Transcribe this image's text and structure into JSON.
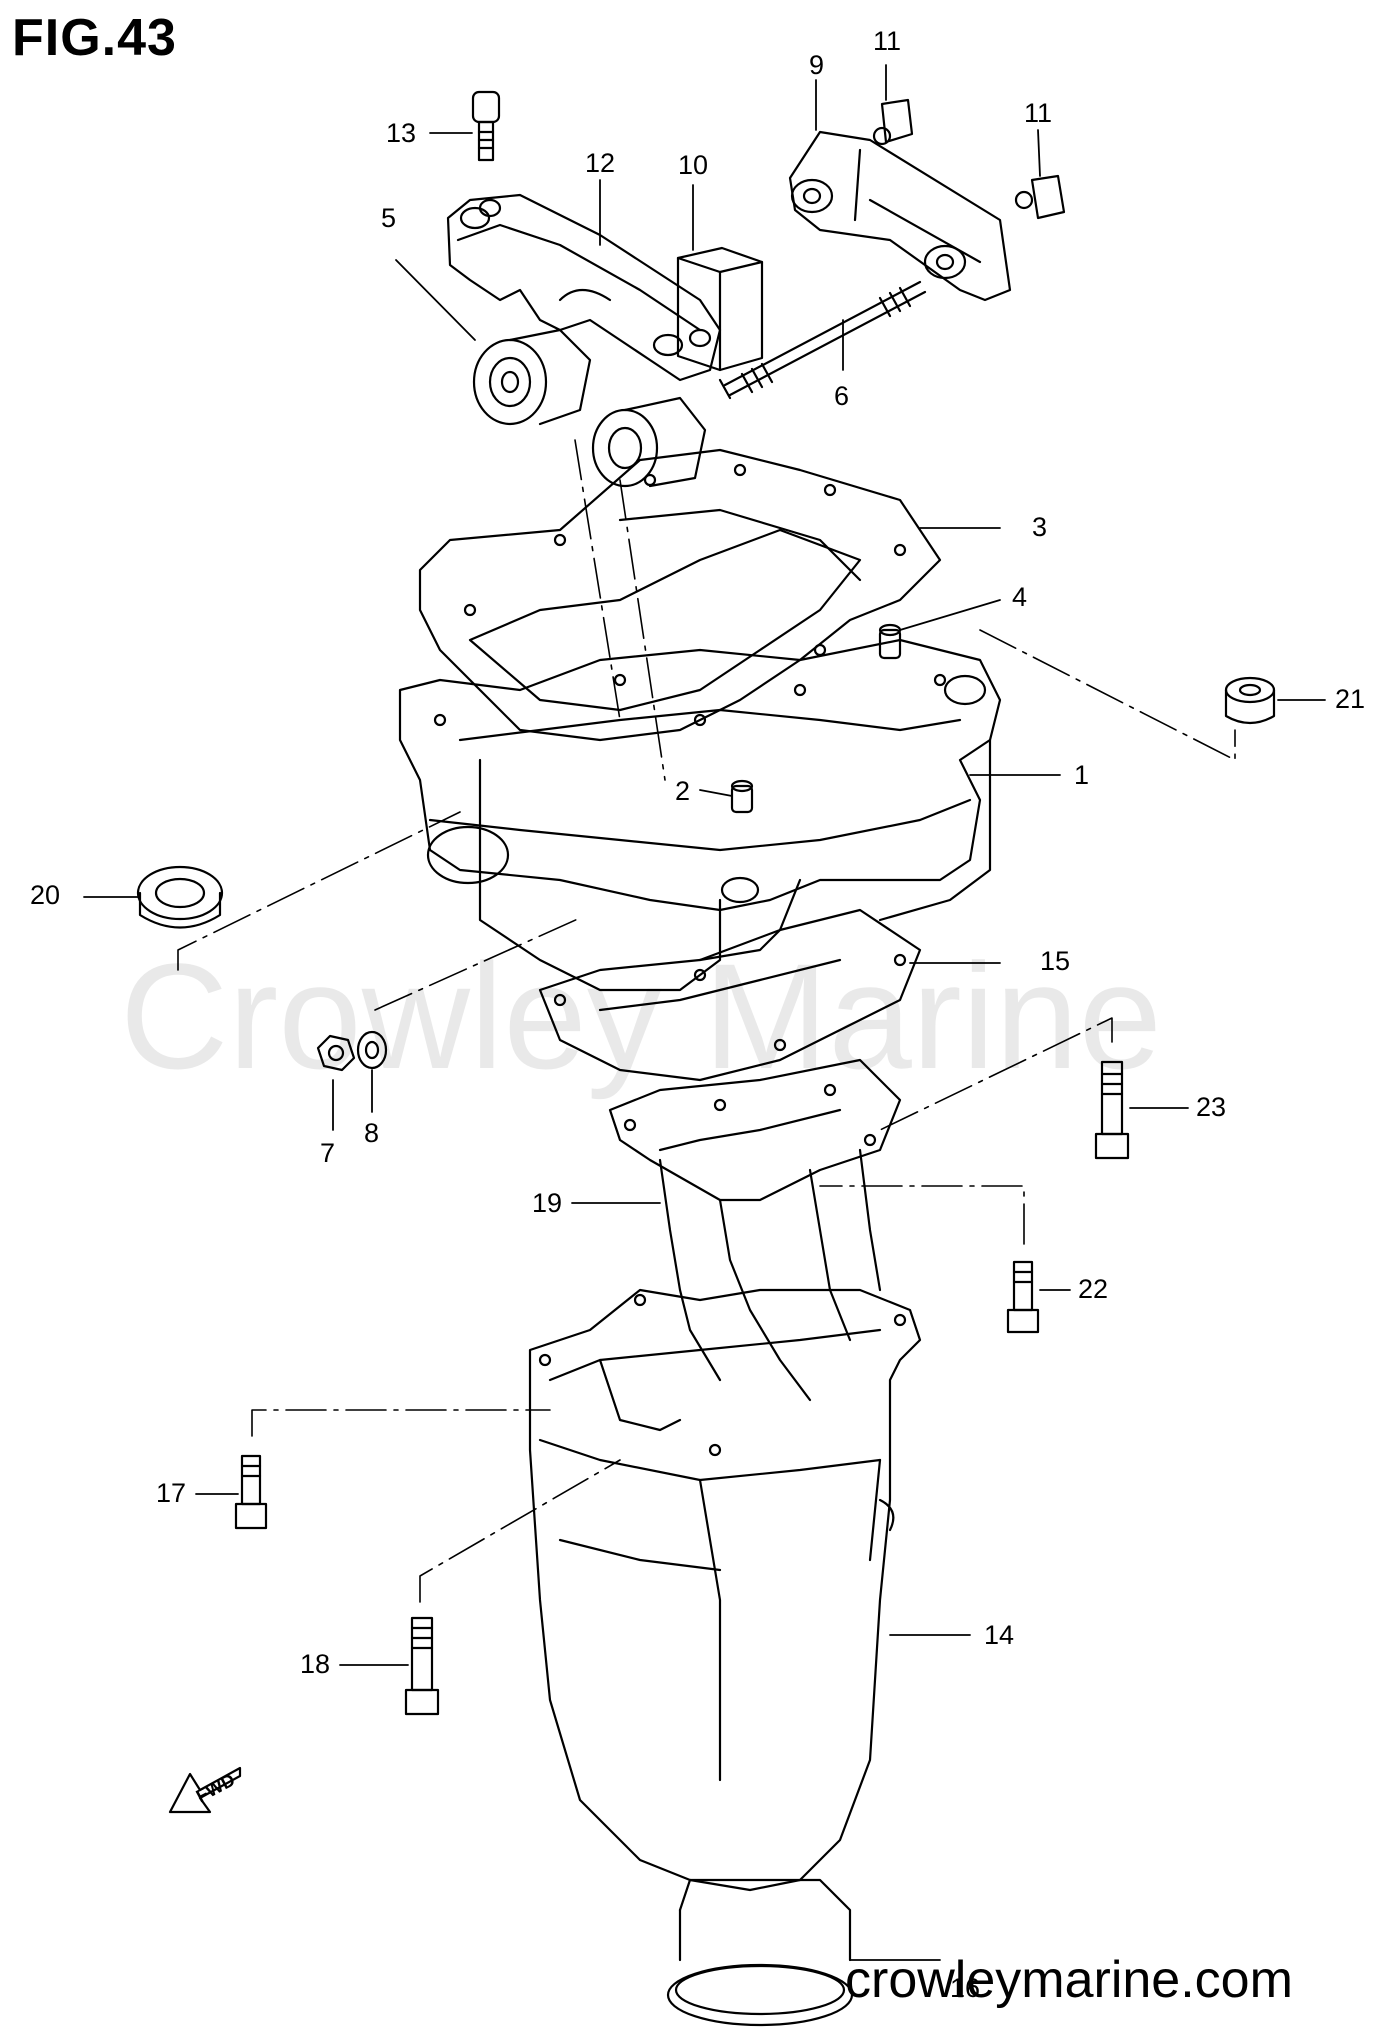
{
  "figure": {
    "title": "FIG.43",
    "watermark": "Crowley Marine",
    "website": "crowleymarine.com",
    "direction_label": "FWD"
  },
  "callouts": [
    {
      "id": "1",
      "label": "1"
    },
    {
      "id": "2",
      "label": "2"
    },
    {
      "id": "3",
      "label": "3"
    },
    {
      "id": "4",
      "label": "4"
    },
    {
      "id": "5",
      "label": "5"
    },
    {
      "id": "6",
      "label": "6"
    },
    {
      "id": "7",
      "label": "7"
    },
    {
      "id": "8",
      "label": "8"
    },
    {
      "id": "9",
      "label": "9"
    },
    {
      "id": "10",
      "label": "10"
    },
    {
      "id": "11a",
      "label": "11"
    },
    {
      "id": "11b",
      "label": "11"
    },
    {
      "id": "12",
      "label": "12"
    },
    {
      "id": "13",
      "label": "13"
    },
    {
      "id": "14",
      "label": "14"
    },
    {
      "id": "15",
      "label": "15"
    },
    {
      "id": "16",
      "label": "16"
    },
    {
      "id": "17",
      "label": "17"
    },
    {
      "id": "18",
      "label": "18"
    },
    {
      "id": "19",
      "label": "19"
    },
    {
      "id": "20",
      "label": "20"
    },
    {
      "id": "21",
      "label": "21"
    },
    {
      "id": "22",
      "label": "22"
    },
    {
      "id": "23",
      "label": "23"
    }
  ],
  "colors": {
    "line": "#000000",
    "watermark": "#dcdcdc",
    "background": "#ffffff"
  }
}
